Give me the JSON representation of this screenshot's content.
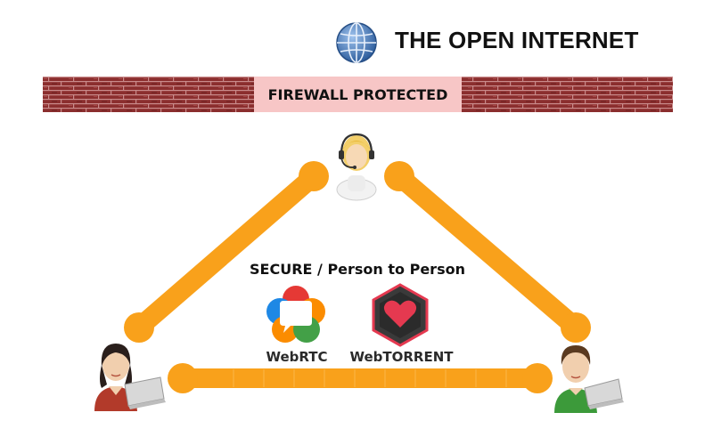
{
  "header": {
    "title": "THE OPEN INTERNET",
    "icon": "globe-icon"
  },
  "firewall": {
    "label": "FIREWALL PROTECTED",
    "brick_color": "#8b2e2e",
    "label_bg": "#f7c6c6"
  },
  "center": {
    "label": "SECURE / Person to Person"
  },
  "logos": [
    {
      "name": "webrtc-logo",
      "label": "WebRTC"
    },
    {
      "name": "webtorrent-logo",
      "label": "WebTORRENT"
    }
  ],
  "people": [
    {
      "name": "person-top-headset",
      "icon": "headset-user-icon"
    },
    {
      "name": "person-left-female",
      "icon": "laptop-user-icon"
    },
    {
      "name": "person-right-male",
      "icon": "laptop-user-icon"
    }
  ],
  "colors": {
    "connection": "#f9a11b",
    "webrtc": [
      "#e53935",
      "#1e88e5",
      "#43a047",
      "#fb8c00"
    ],
    "webtorrent_hex": "#3a3a3a",
    "webtorrent_heart": "#e53950"
  }
}
